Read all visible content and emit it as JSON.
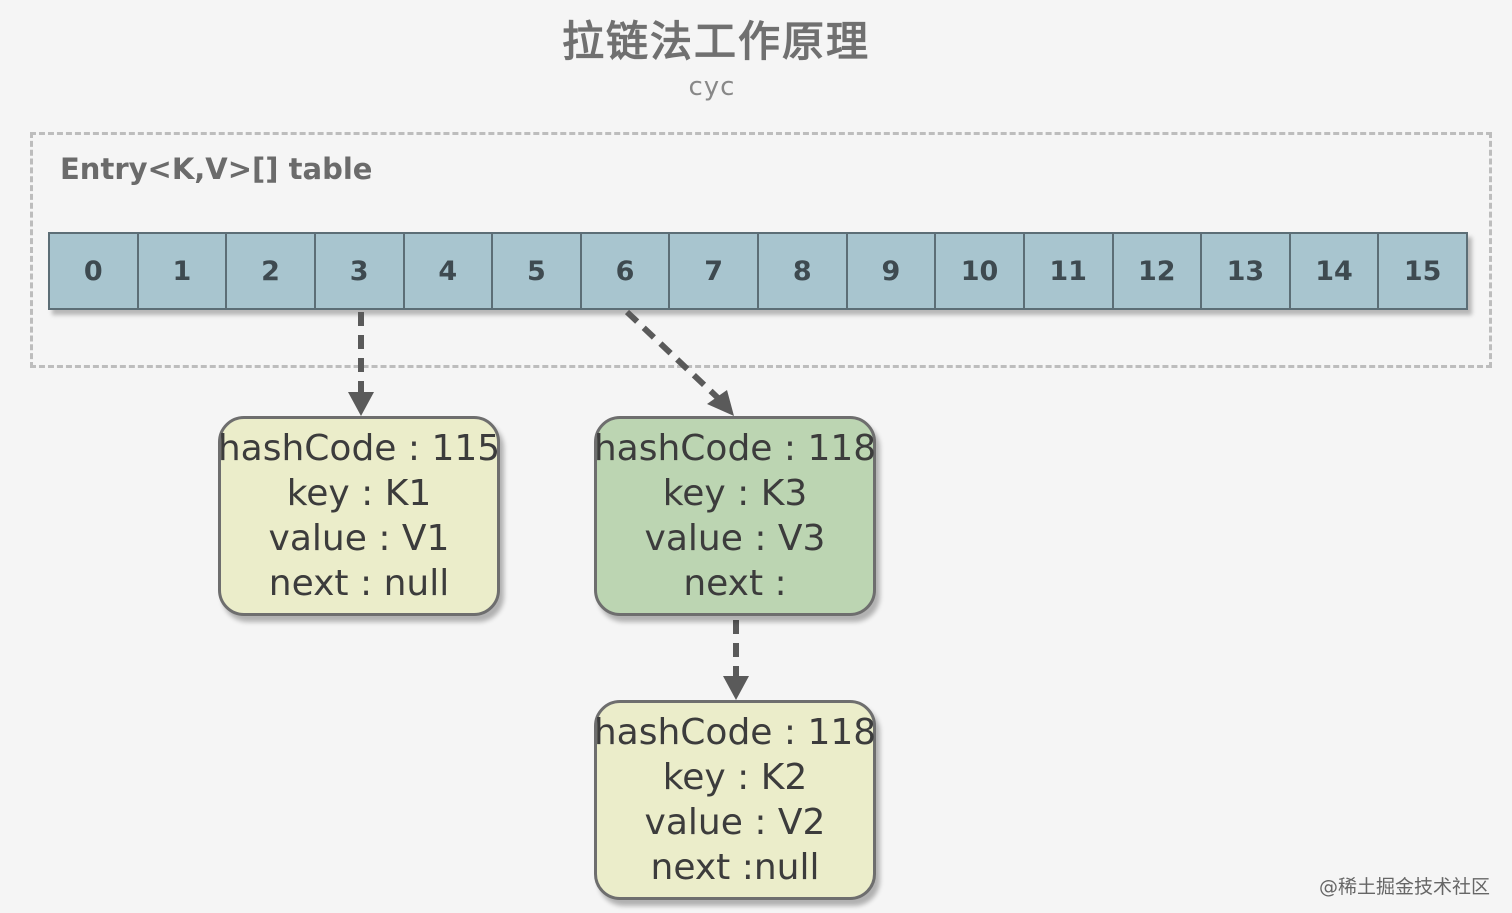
{
  "title": "拉链法工作原理",
  "subtitle": "cyc",
  "table_label": "Entry<K,V>[] table",
  "cells": [
    "0",
    "1",
    "2",
    "3",
    "4",
    "5",
    "6",
    "7",
    "8",
    "9",
    "10",
    "11",
    "12",
    "13",
    "14",
    "15"
  ],
  "nodes": [
    {
      "hashCode": "hashCode : 115",
      "key": "key : K1",
      "value": "value : V1",
      "next": "next : null",
      "color": "#ebedca"
    },
    {
      "hashCode": "hashCode : 118",
      "key": "key : K3",
      "value": "value : V3",
      "next": "next :",
      "color": "#bcd5b2"
    },
    {
      "hashCode": "hashCode : 118",
      "key": "key : K2",
      "value": "value : V2",
      "next": "next :null",
      "color": "#ebedca"
    }
  ],
  "links": [
    {
      "from": "cell-3",
      "to": "node-k1"
    },
    {
      "from": "cell-6",
      "to": "node-k3"
    },
    {
      "from": "node-k3",
      "to": "node-k2"
    }
  ],
  "watermark": "@稀土掘金技术社区",
  "colors": {
    "cell": "#a8c5cf",
    "arrow": "#5a5a5a"
  }
}
